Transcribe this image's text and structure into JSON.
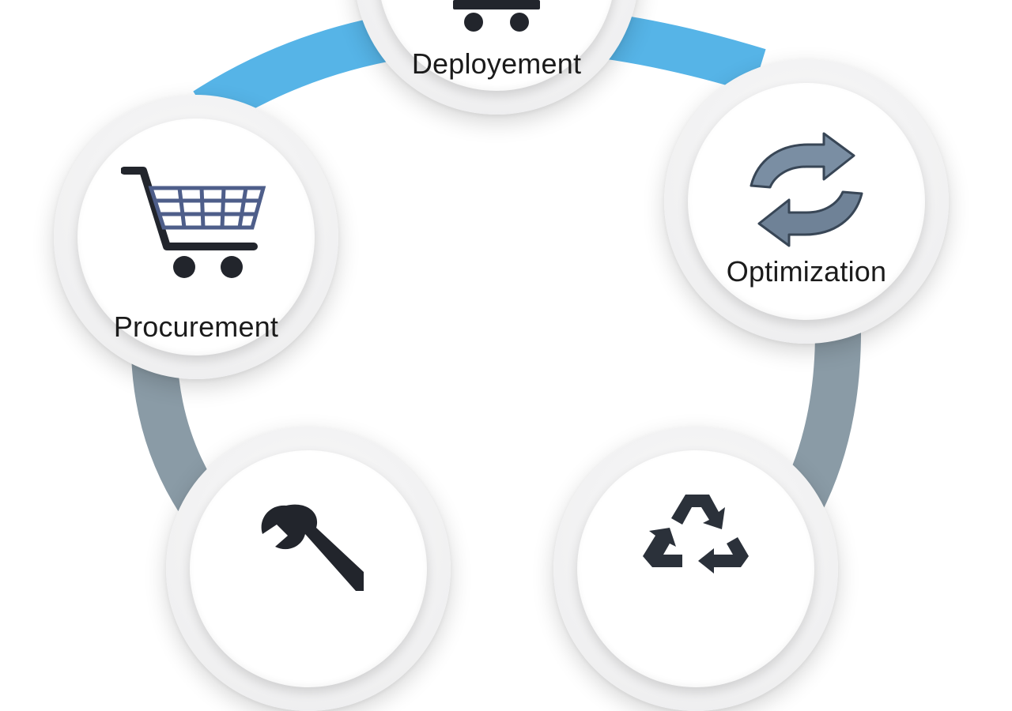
{
  "stages": [
    {
      "id": "deployment",
      "label": "Deployement",
      "icon": "cart-icon"
    },
    {
      "id": "optimization",
      "label": "Optimization",
      "icon": "refresh-arrows-icon"
    },
    {
      "id": "recycling",
      "label": "",
      "icon": "recycle-icon"
    },
    {
      "id": "maintenance",
      "label": "",
      "icon": "wrench-icon"
    },
    {
      "id": "procurement",
      "label": "Procurement",
      "icon": "shopping-cart-icon"
    }
  ],
  "colors": {
    "ring_blue": "#56b4e7",
    "ring_gray": "#8a9ba6",
    "icon_dark": "#22252c",
    "icon_blue_gray": "#6f8297",
    "label_text": "#1b1b1b"
  }
}
